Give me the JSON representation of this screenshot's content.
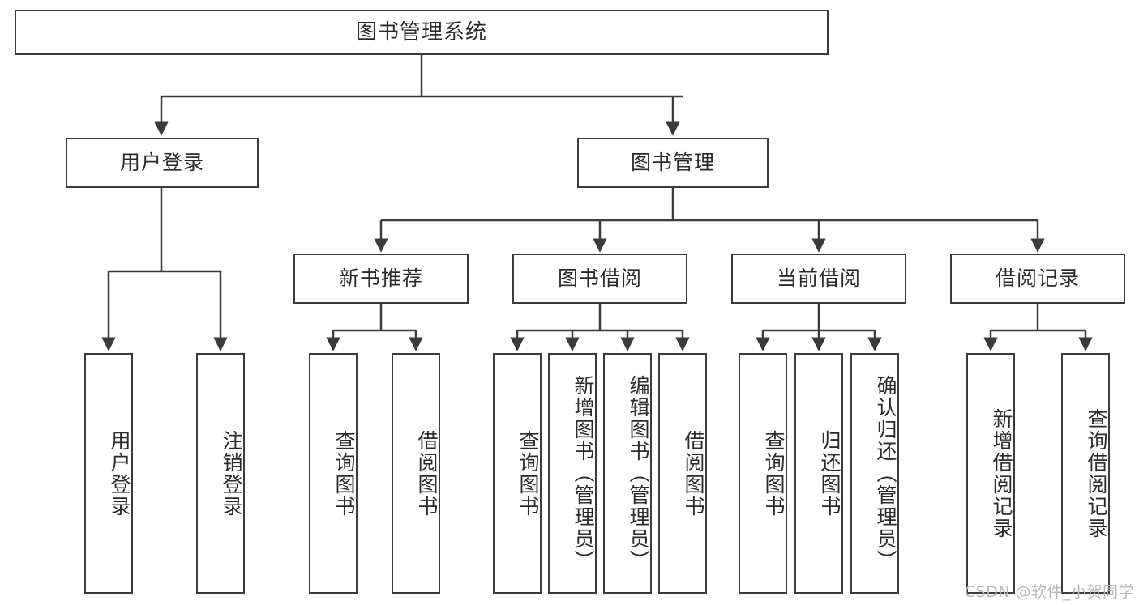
{
  "diagram": {
    "title": "图书管理系统",
    "type": "tree",
    "watermark": "CSDN @软件_小贺同学",
    "colors": {
      "stroke": "#3b3b3b",
      "fill": "#ffffff",
      "text": "#2b2b2b",
      "watermark": "#b9b9b9"
    },
    "nodes": {
      "root": {
        "label": "图书管理系统"
      },
      "level2": [
        {
          "label": "用户登录"
        },
        {
          "label": "图书管理"
        }
      ],
      "level3": [
        {
          "label": "新书推荐"
        },
        {
          "label": "图书借阅"
        },
        {
          "label": "当前借阅"
        },
        {
          "label": "借阅记录"
        }
      ],
      "leaves_user_login": [
        {
          "label": "用户登录"
        },
        {
          "label": "注销登录"
        }
      ],
      "leaves_new_book": [
        {
          "label": "查询图书"
        },
        {
          "label": "借阅图书"
        }
      ],
      "leaves_borrow": [
        {
          "label": "查询图书"
        },
        {
          "label": "新增图书（管理员）"
        },
        {
          "label": "编辑图书（管理员）"
        },
        {
          "label": "借阅图书"
        }
      ],
      "leaves_current": [
        {
          "label": "查询图书"
        },
        {
          "label": "归还图书"
        },
        {
          "label": "确认归还（管理员）"
        }
      ],
      "leaves_record": [
        {
          "label": "新增借阅记录"
        },
        {
          "label": "查询借阅记录"
        }
      ]
    }
  }
}
